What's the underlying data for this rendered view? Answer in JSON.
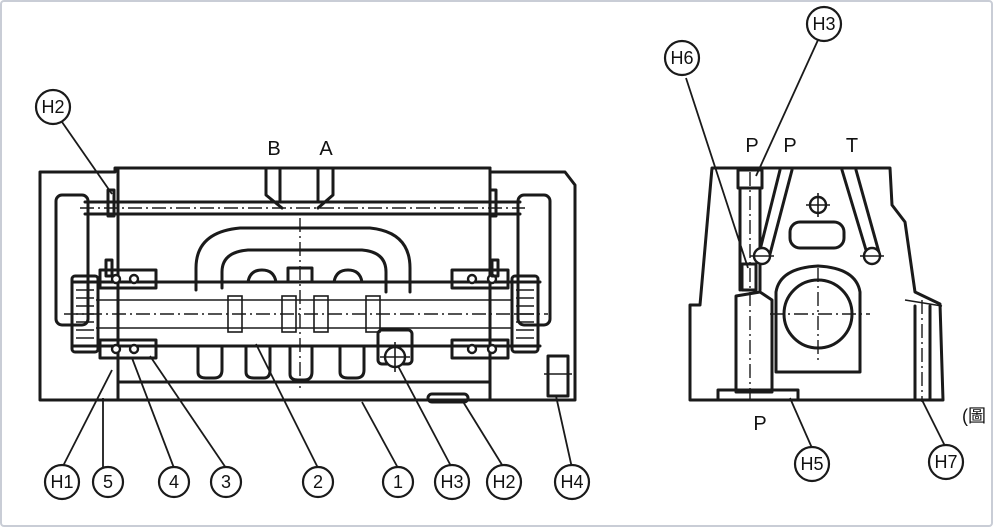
{
  "ports": {
    "left_b": "B",
    "left_a": "A",
    "right_p1": "P",
    "right_p2": "P",
    "right_t": "T",
    "right_p_bottom": "P"
  },
  "callouts": {
    "h2_top_left": "H2",
    "h6": "H6",
    "h3_top_right": "H3",
    "h1": "H1",
    "n5": "5",
    "n4": "4",
    "n3": "3",
    "n2": "2",
    "n1": "1",
    "h3_bottom": "H3",
    "h2_bottom": "H2",
    "h4": "H4",
    "h5": "H5",
    "h7": "H7"
  },
  "edge_note": "(圖"
}
